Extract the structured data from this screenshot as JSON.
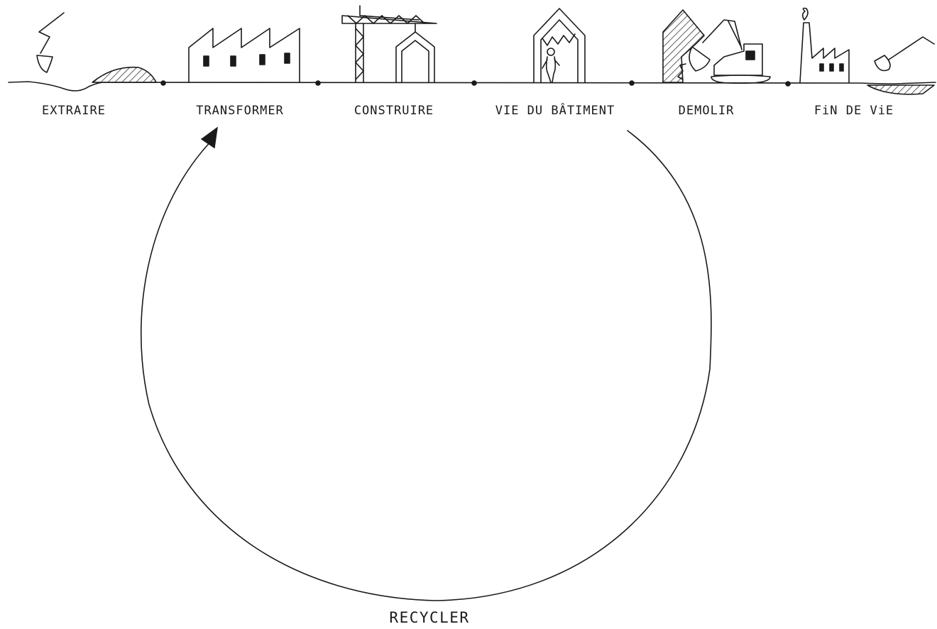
{
  "stages": [
    {
      "id": "extraire",
      "label": "EXTRAIRE",
      "icon": "excavator-bucket-icon"
    },
    {
      "id": "transformer",
      "label": "TRANSFORMER",
      "icon": "factory-icon"
    },
    {
      "id": "construire",
      "label": "CONSTRUIRE",
      "icon": "crane-icon"
    },
    {
      "id": "vie",
      "label": "VIE DU BÂTIMENT",
      "icon": "house-with-person-icon"
    },
    {
      "id": "demolir",
      "label": "DEMOLIR",
      "icon": "demolition-excavator-icon"
    },
    {
      "id": "fin",
      "label": "FiN DE ViE",
      "icon": "landfill-icon"
    }
  ],
  "recycle": {
    "label": "RECYCLER",
    "from": "vie",
    "to": "transformer",
    "icon": "cycle-arrow-icon"
  },
  "colors": {
    "ink": "#1a1a1a",
    "paper": "#ffffff"
  }
}
